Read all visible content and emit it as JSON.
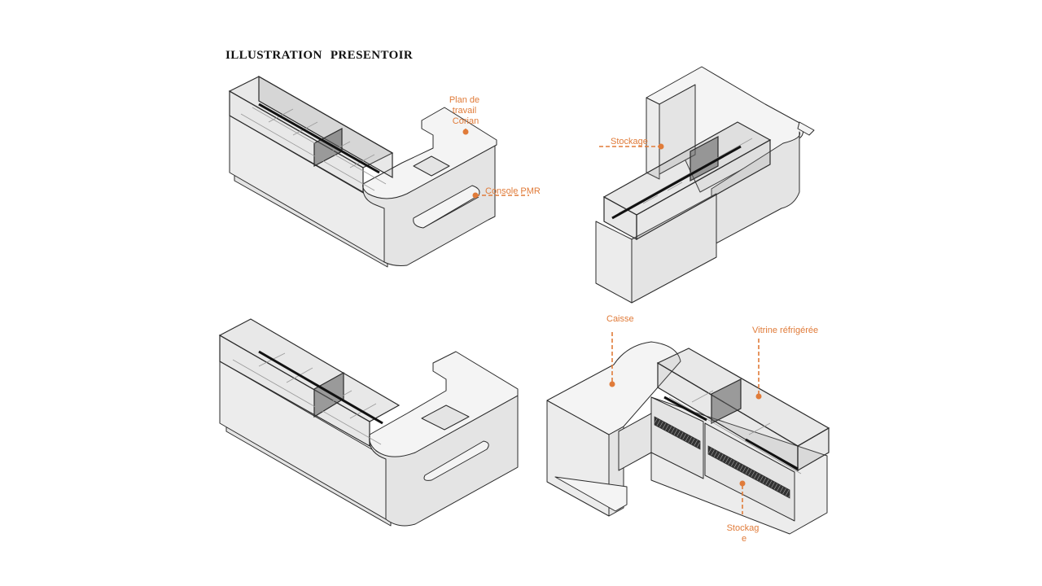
{
  "title": "ILLUSTRATION   PRESENTOIR",
  "colors": {
    "accent": "#E07B39",
    "outline": "#2b2b2b",
    "surface": "#f2f2f2",
    "side": "#e2e2e2",
    "glass": "rgba(150,150,150,0.25)",
    "glass_dark": "#7a7a7a"
  },
  "labels": {
    "plan_travail": [
      "Plan de",
      "travail",
      "Corian"
    ],
    "console_pmr": "Console PMR",
    "stockage_top": "Stockage",
    "caisse": "Caisse",
    "vitrine": "Vitrine réfrigérée",
    "stockage_bottom": [
      "Stockag",
      "e"
    ]
  }
}
